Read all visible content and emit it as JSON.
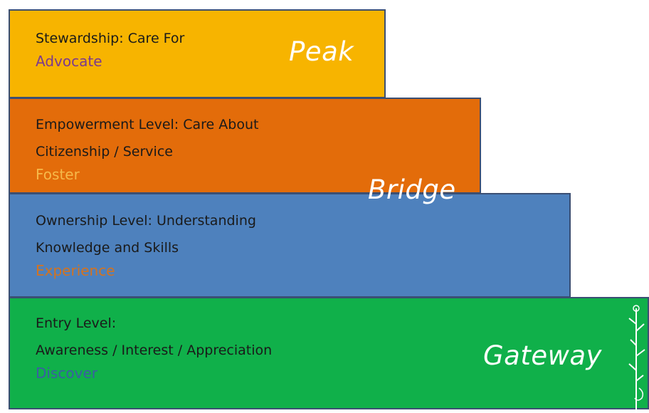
{
  "levels": {
    "peak": {
      "lines": [
        "Stewardship: Care For"
      ],
      "action": "Advocate",
      "tag": "Peak"
    },
    "bridge": {
      "lines": [
        "Empowerment Level: Care About",
        "Citizenship / Service"
      ],
      "action": "Foster",
      "tag": "Bridge"
    },
    "ownership": {
      "lines": [
        "Ownership Level: Understanding",
        "Knowledge and Skills"
      ],
      "action": "Experience"
    },
    "gateway": {
      "lines": [
        "Entry Level:",
        "Awareness / Interest / Appreciation"
      ],
      "action": "Discover",
      "tag": "Gateway"
    }
  },
  "colors": {
    "peak": "#f7b400",
    "bridge": "#e36c0a",
    "ownership": "#4e81bd",
    "gateway": "#10b04a",
    "border": "#3b4f73"
  },
  "icons": {
    "edge_decoration": "tree-icon"
  }
}
